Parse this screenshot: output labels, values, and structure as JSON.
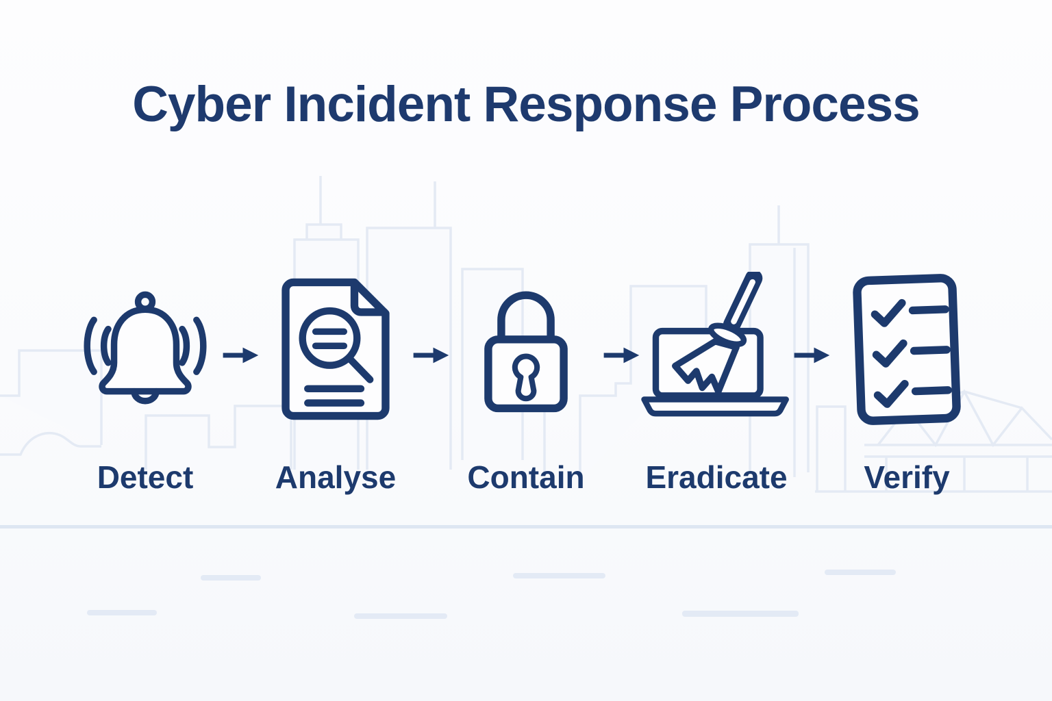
{
  "title": "Cyber Incident Response Process",
  "steps": [
    {
      "label": "Detect",
      "icon": "alert-bell-icon"
    },
    {
      "label": "Analyse",
      "icon": "document-magnifier-icon"
    },
    {
      "label": "Contain",
      "icon": "padlock-icon"
    },
    {
      "label": "Eradicate",
      "icon": "laptop-broom-icon"
    },
    {
      "label": "Verify",
      "icon": "checklist-icon"
    }
  ],
  "connector": {
    "icon": "arrow-right-icon",
    "count": 4
  },
  "background": {
    "scene_icon": "city-skyline-bridge-icon"
  },
  "colors": {
    "ink_navy": "#1d3a6d",
    "title_navy": "#1e3a6e",
    "skyline_outline": "#e4eaf4",
    "skyline_fill": "#f8fafd",
    "ground_line": "#dde6f2",
    "dash": "#e3eaf5",
    "background_top": "#fdfdfe",
    "background_bottom": "#f6f8fb"
  }
}
